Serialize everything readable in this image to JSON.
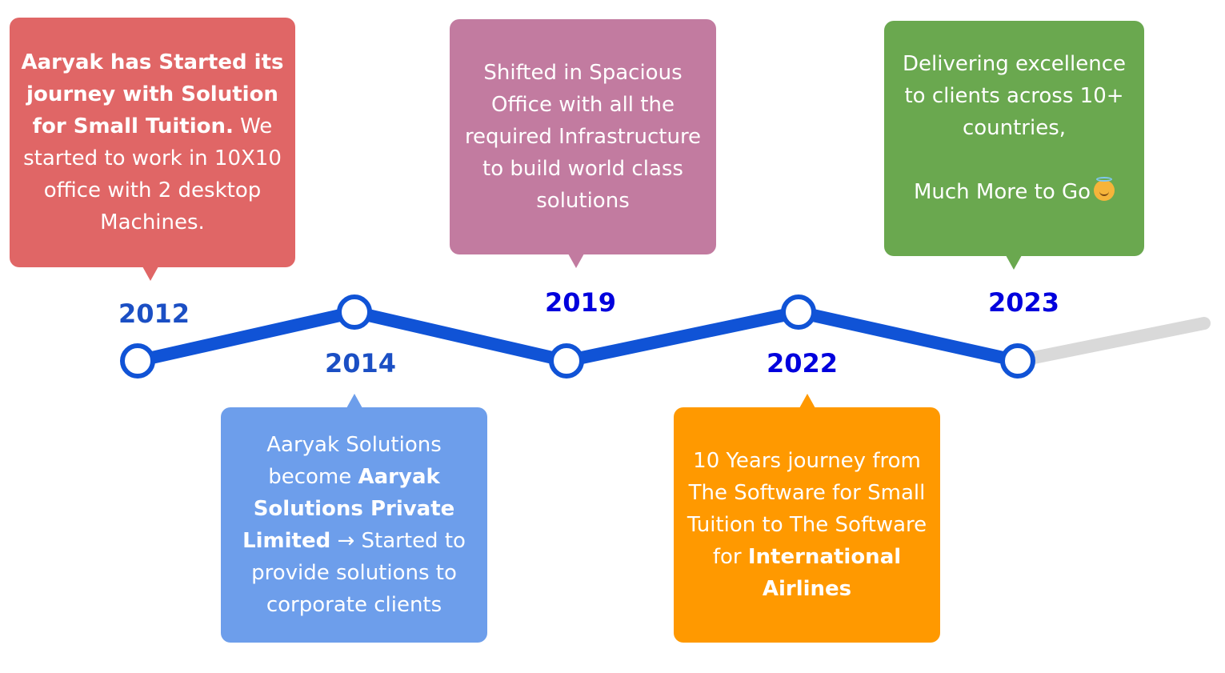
{
  "timeline": {
    "line_color": "#1053d6",
    "future_line_color": "#d9d9d9",
    "milestones": [
      {
        "year": "2012",
        "year_color": "#1b4fc4",
        "card_color": "#e06666",
        "segments": [
          {
            "text": "Aaryak has Started its journey with Solution for Small Tuition.",
            "bold": true
          },
          {
            "text": " We started to work  in 10X10 office with 2 desktop Machines.",
            "bold": false
          }
        ]
      },
      {
        "year": "2014",
        "year_color": "#1b4fc4",
        "card_color": "#6d9eeb",
        "segments": [
          {
            "text": "Aaryak Solutions become ",
            "bold": false
          },
          {
            "text": "Aaryak Solutions Private Limited",
            "bold": true
          },
          {
            "text": " → Started to provide solutions to corporate clients",
            "bold": false
          }
        ]
      },
      {
        "year": "2019",
        "year_color": "#0000dd",
        "card_color": "#c27ba0",
        "segments": [
          {
            "text": "Shifted in Spacious Office with all the required Infrastructure to build world class solutions",
            "bold": false
          }
        ]
      },
      {
        "year": "2022",
        "year_color": "#0000dd",
        "card_color": "#ff9900",
        "segments": [
          {
            "text": "10 Years journey from The Software for Small Tuition to The Software for ",
            "bold": false
          },
          {
            "text": "International Airlines",
            "bold": true
          }
        ]
      },
      {
        "year": "2023",
        "year_color": "#0000dd",
        "card_color": "#6aa84f",
        "lines": [
          "Delivering excellence to clients across 10+ countries,",
          "Much More to Go"
        ],
        "emoji_icon": "smiling-face-with-halo-icon"
      }
    ]
  }
}
